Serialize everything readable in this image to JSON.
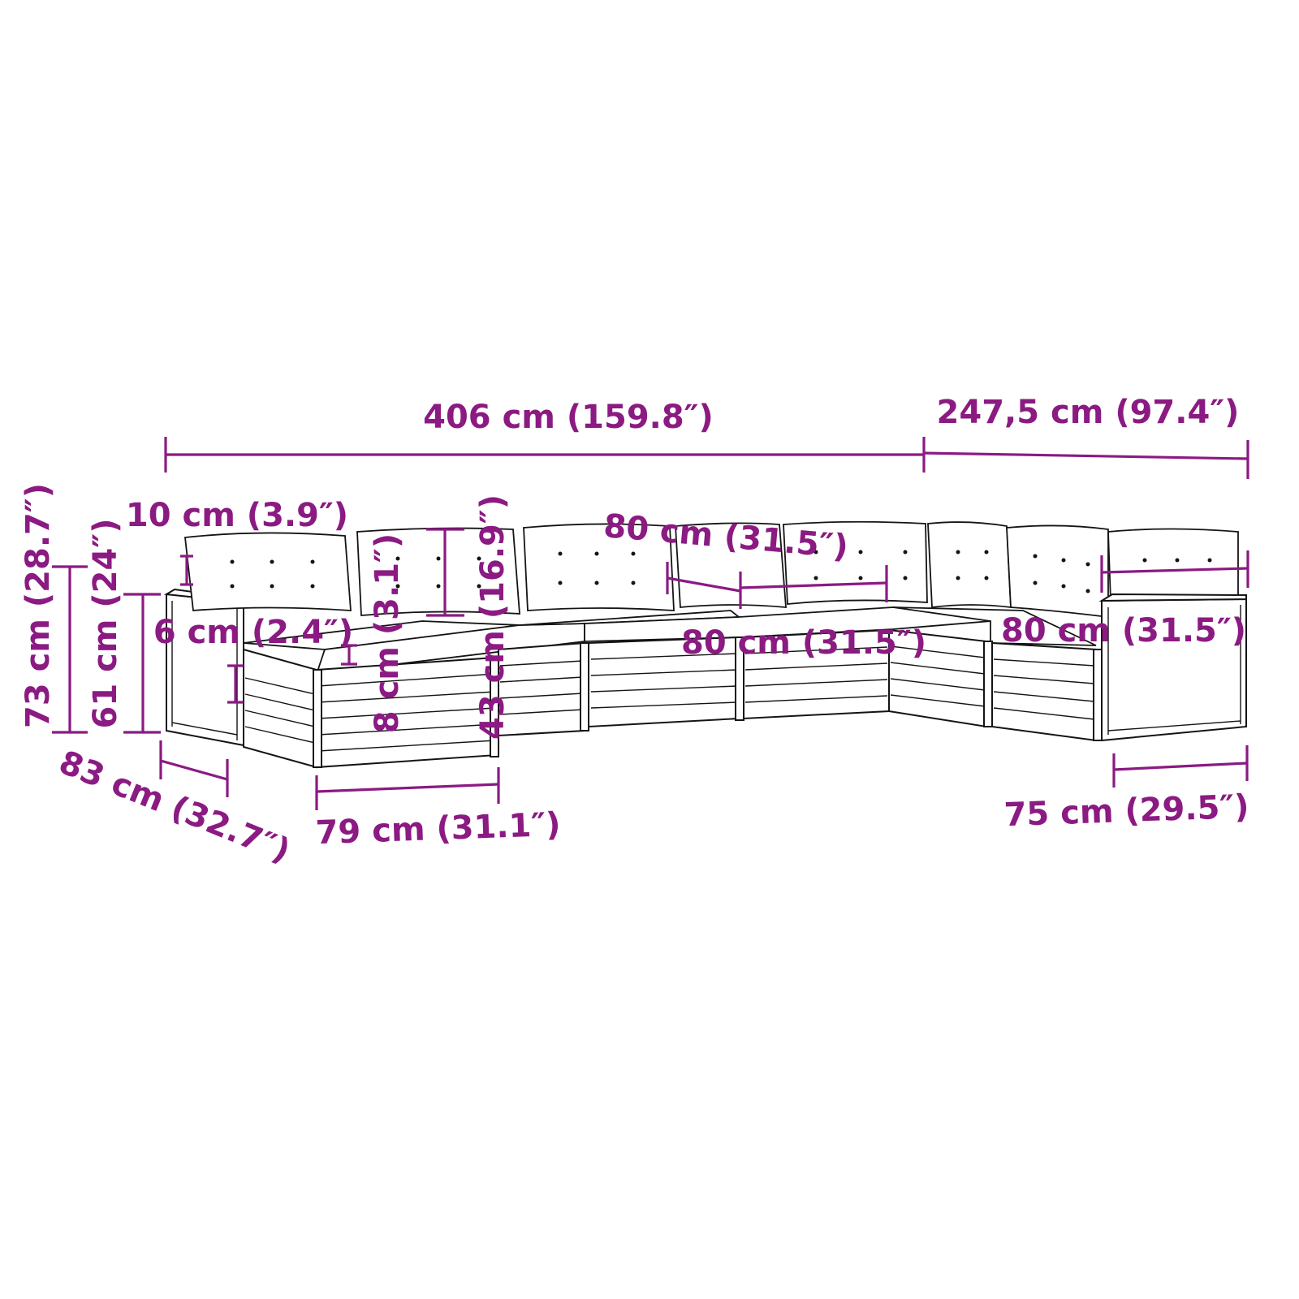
{
  "colors": {
    "dimension": "#8b1a82",
    "outline": "#141414",
    "background": "#ffffff"
  },
  "dimensions": {
    "total_length": "406 cm (159.8″)",
    "side_length": "247,5 cm (97.4″)",
    "armrest_width": "10 cm (3.9″)",
    "total_height": "73 cm (28.7″)",
    "backrest_height": "61 cm (24″)",
    "armrest_thickness": "6 cm (2.4″)",
    "back_cushion_thickness": "8 cm (3.1″)",
    "back_cushion_height": "43 cm (16.9″)",
    "back_cushion_top": "8 cm (3.1″)",
    "cushion_height_label": "43 cm",
    "seat_depth_label": "(16.9″)",
    "module_width_top": "80 cm (31.5″)",
    "module_width_mid": "80 cm (31.5″)",
    "module_width_right": "80 cm (31.5″)",
    "depth": "83 cm (32.7″)",
    "module_width_front": "79 cm (31.1″)",
    "corner_depth": "75 cm (29.5″)"
  }
}
